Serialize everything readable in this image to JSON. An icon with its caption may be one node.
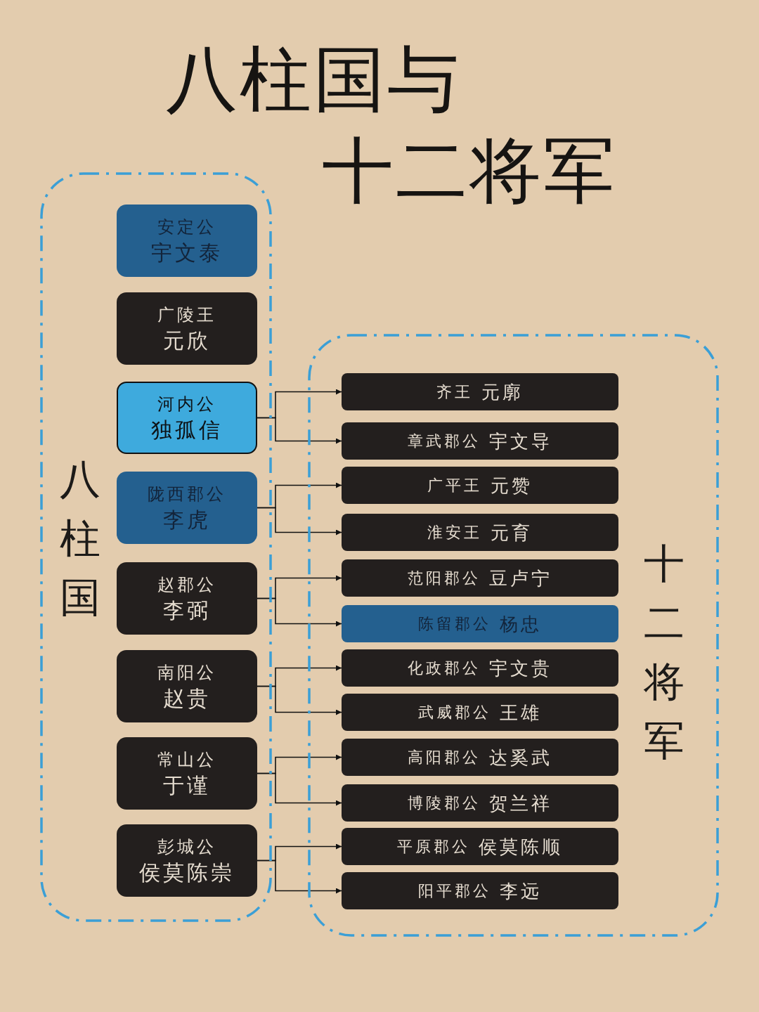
{
  "diagram": {
    "title": "八柱国与十二将军",
    "nodes": [
      {
        "text": [
          "八柱国"
        ]
      },
      {
        "text": [
          "安定公",
          "宇文泰"
        ],
        "in": 0
      },
      {
        "text": [
          "广陵王",
          "元欣"
        ],
        "in": 0
      },
      {
        "text": [
          "河内公",
          "独孤信"
        ],
        "in": 0
      },
      {
        "text": [
          "陇西郡公",
          "李虎"
        ],
        "in": 0
      },
      {
        "text": [
          "赵郡公",
          "李弼"
        ],
        "in": 0
      },
      {
        "text": [
          "南阳公",
          "赵贵"
        ],
        "in": 0
      },
      {
        "text": [
          "常山公",
          "于谨"
        ],
        "in": 0
      },
      {
        "text": [
          "彭城公",
          "侯莫陈崇"
        ],
        "in": 0
      },
      {
        "text": [
          "十二将军"
        ]
      },
      {
        "text": [
          "齐王",
          "元廓"
        ],
        "in": 9
      },
      {
        "text": [
          "章武郡公",
          "宇文导"
        ],
        "in": 9
      },
      {
        "text": [
          "广平王",
          "元赞"
        ],
        "in": 9
      },
      {
        "text": [
          "淮安王",
          "元育"
        ],
        "in": 9
      },
      {
        "text": [
          "范阳郡公",
          "豆卢宁"
        ],
        "in": 9
      },
      {
        "text": [
          "陈留郡公",
          "杨忠"
        ],
        "in": 9
      },
      {
        "text": [
          "化政郡公",
          "宇文贵"
        ],
        "in": 9
      },
      {
        "text": [
          "武威郡公",
          "王雄"
        ],
        "in": 9
      },
      {
        "text": [
          "高阳郡公",
          "达奚武"
        ],
        "in": 9
      },
      {
        "text": [
          "博陵郡公",
          "贺兰祥"
        ],
        "in": 9
      },
      {
        "text": [
          "平原郡公",
          "侯莫陈顺"
        ],
        "in": 9
      },
      {
        "text": [
          "阳平郡公",
          "李远"
        ],
        "in": 9
      }
    ],
    "edges": [
      {
        "from": 3,
        "to": 10,
        "arrow": "to"
      },
      {
        "from": 3,
        "to": 11,
        "arrow": "to"
      },
      {
        "from": 4,
        "to": 12,
        "arrow": "to"
      },
      {
        "from": 4,
        "to": 13,
        "arrow": "to"
      },
      {
        "from": 5,
        "to": 14,
        "arrow": "to"
      },
      {
        "from": 5,
        "to": 15,
        "arrow": "to"
      },
      {
        "from": 6,
        "to": 16,
        "arrow": "to"
      },
      {
        "from": 6,
        "to": 17,
        "arrow": "to"
      },
      {
        "from": 7,
        "to": 18,
        "arrow": "to"
      },
      {
        "from": 7,
        "to": 19,
        "arrow": "to"
      },
      {
        "from": 8,
        "to": 20,
        "arrow": "to"
      },
      {
        "from": 8,
        "to": 21,
        "arrow": "to"
      }
    ]
  }
}
